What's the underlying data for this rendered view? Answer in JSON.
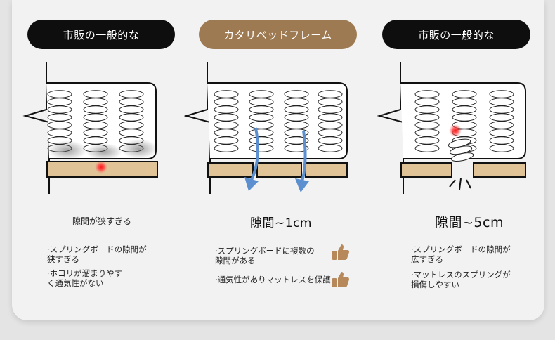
{
  "columns": [
    {
      "header": "市販の一般的な",
      "caption": "隙間が狭すぎる",
      "notes": [
        "·スプリングボードの隙間が\n狭すぎる",
        "·ホコリが溜まりやす\nく通気性がない"
      ]
    },
    {
      "header": "カタリベッドフレーム",
      "caption": "隙間~1cm",
      "notes": [
        "·スプリングボードに複数の\n隙間がある",
        "·通気性がありマットレスを保護"
      ]
    },
    {
      "header": "市販の一般的な",
      "caption": "隙間~5cm",
      "notes": [
        "·スプリングボードの隙間が\n広すぎる",
        "·マットレスのスプリングが\n損傷しやすい"
      ]
    }
  ],
  "colors": {
    "pill_dark": "#0e0e0e",
    "pill_brand": "#9e7a52",
    "board": "#e0c397",
    "arrow": "#5b8fd0",
    "hotspot": "#ff2a2a",
    "thumb": "#b7895a"
  },
  "icons": [
    "thumbs-up-icon",
    "down-arrow-icon",
    "red-hotspot-icon",
    "impact-lines-icon"
  ]
}
